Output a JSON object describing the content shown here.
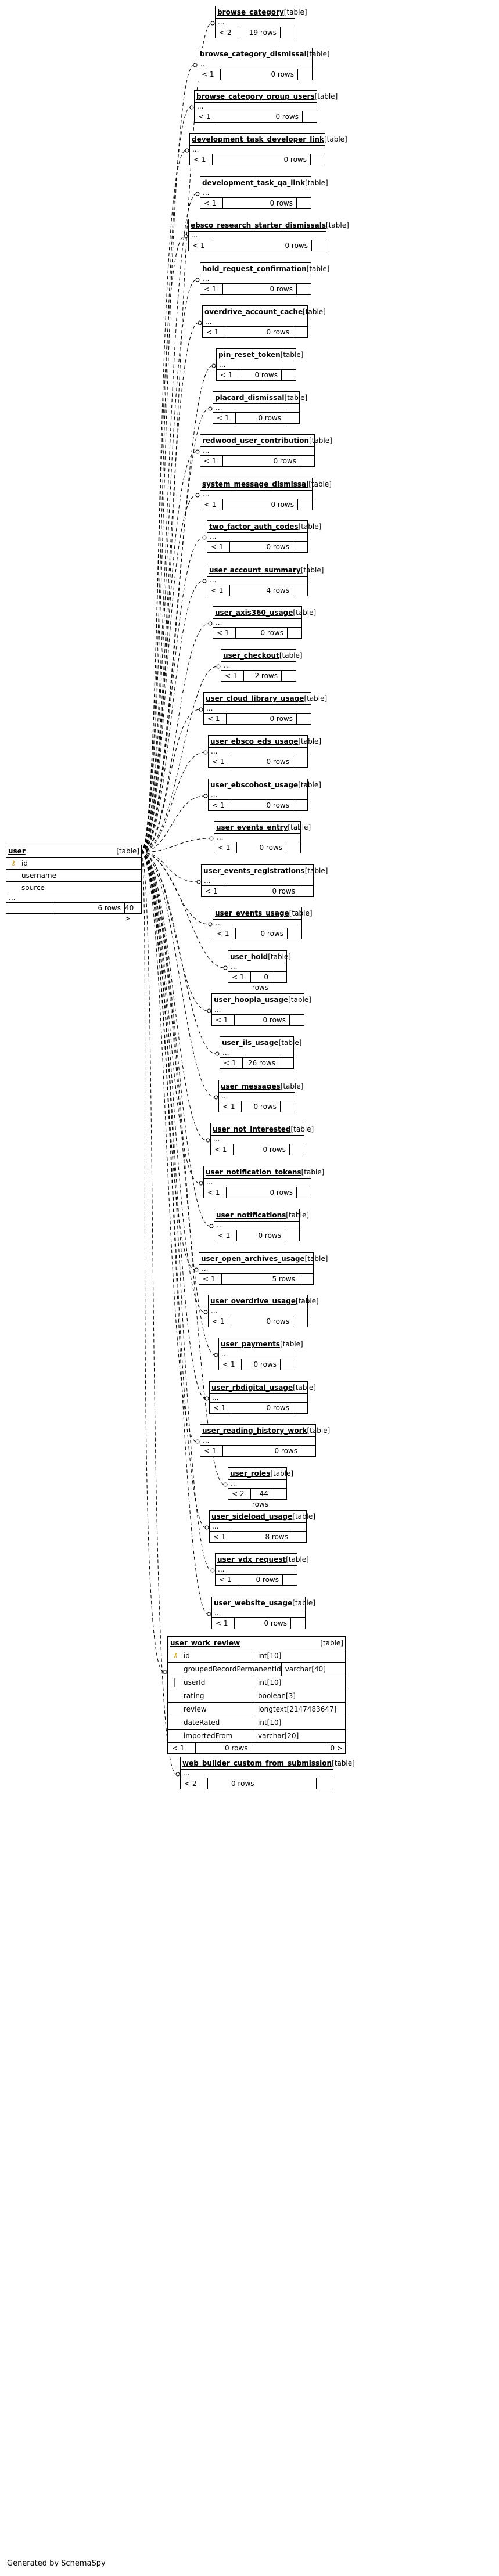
{
  "user": {
    "name": "user",
    "kind": "[table]",
    "columns": [
      {
        "name": "id",
        "key": "primary-key-icon"
      },
      {
        "name": "username",
        "key": ""
      },
      {
        "name": "source",
        "key": ""
      }
    ],
    "ellipsis": "...",
    "rows": "6 rows",
    "children": "40 >"
  },
  "tables": [
    {
      "name": "browse_category",
      "kind": "[table]",
      "parents": "< 2",
      "rows": "19 rows"
    },
    {
      "name": "browse_category_dismissal",
      "kind": "[table]",
      "parents": "< 1",
      "rows": "0 rows"
    },
    {
      "name": "browse_category_group_users",
      "kind": "[table]",
      "parents": "< 1",
      "rows": "0 rows"
    },
    {
      "name": "development_task_developer_link",
      "kind": "[table]",
      "parents": "< 1",
      "rows": "0 rows"
    },
    {
      "name": "development_task_qa_link",
      "kind": "[table]",
      "parents": "< 1",
      "rows": "0 rows"
    },
    {
      "name": "ebsco_research_starter_dismissals",
      "kind": "[table]",
      "parents": "< 1",
      "rows": "0 rows"
    },
    {
      "name": "hold_request_confirmation",
      "kind": "[table]",
      "parents": "< 1",
      "rows": "0 rows"
    },
    {
      "name": "overdrive_account_cache",
      "kind": "[table]",
      "parents": "< 1",
      "rows": "0 rows"
    },
    {
      "name": "pin_reset_token",
      "kind": "[table]",
      "parents": "< 1",
      "rows": "0 rows"
    },
    {
      "name": "placard_dismissal",
      "kind": "[table]",
      "parents": "< 1",
      "rows": "0 rows"
    },
    {
      "name": "redwood_user_contribution",
      "kind": "[table]",
      "parents": "< 1",
      "rows": "0 rows"
    },
    {
      "name": "system_message_dismissal",
      "kind": "[table]",
      "parents": "< 1",
      "rows": "0 rows"
    },
    {
      "name": "two_factor_auth_codes",
      "kind": "[table]",
      "parents": "< 1",
      "rows": "0 rows"
    },
    {
      "name": "user_account_summary",
      "kind": "[table]",
      "parents": "< 1",
      "rows": "4 rows"
    },
    {
      "name": "user_axis360_usage",
      "kind": "[table]",
      "parents": "< 1",
      "rows": "0 rows"
    },
    {
      "name": "user_checkout",
      "kind": "[table]",
      "parents": "< 1",
      "rows": "2 rows"
    },
    {
      "name": "user_cloud_library_usage",
      "kind": "[table]",
      "parents": "< 1",
      "rows": "0 rows"
    },
    {
      "name": "user_ebsco_eds_usage",
      "kind": "[table]",
      "parents": "< 1",
      "rows": "0 rows"
    },
    {
      "name": "user_ebscohost_usage",
      "kind": "[table]",
      "parents": "< 1",
      "rows": "0 rows"
    },
    {
      "name": "user_events_entry",
      "kind": "[table]",
      "parents": "< 1",
      "rows": "0 rows"
    },
    {
      "name": "user_events_registrations",
      "kind": "[table]",
      "parents": "< 1",
      "rows": "0 rows"
    },
    {
      "name": "user_events_usage",
      "kind": "[table]",
      "parents": "< 1",
      "rows": "0 rows"
    },
    {
      "name": "user_hold",
      "kind": "[table]",
      "parents": "< 1",
      "rows": "0 rows"
    },
    {
      "name": "user_hoopla_usage",
      "kind": "[table]",
      "parents": "< 1",
      "rows": "0 rows"
    },
    {
      "name": "user_ils_usage",
      "kind": "[table]",
      "parents": "< 1",
      "rows": "26 rows"
    },
    {
      "name": "user_messages",
      "kind": "[table]",
      "parents": "< 1",
      "rows": "0 rows"
    },
    {
      "name": "user_not_interested",
      "kind": "[table]",
      "parents": "< 1",
      "rows": "0 rows"
    },
    {
      "name": "user_notification_tokens",
      "kind": "[table]",
      "parents": "< 1",
      "rows": "0 rows"
    },
    {
      "name": "user_notifications",
      "kind": "[table]",
      "parents": "< 1",
      "rows": "0 rows"
    },
    {
      "name": "user_open_archives_usage",
      "kind": "[table]",
      "parents": "< 1",
      "rows": "5 rows"
    },
    {
      "name": "user_overdrive_usage",
      "kind": "[table]",
      "parents": "< 1",
      "rows": "0 rows"
    },
    {
      "name": "user_payments",
      "kind": "[table]",
      "parents": "< 1",
      "rows": "0 rows"
    },
    {
      "name": "user_rbdigital_usage",
      "kind": "[table]",
      "parents": "< 1",
      "rows": "0 rows"
    },
    {
      "name": "user_reading_history_work",
      "kind": "[table]",
      "parents": "< 1",
      "rows": "0 rows"
    },
    {
      "name": "user_roles",
      "kind": "[table]",
      "parents": "< 2",
      "rows": "44 rows"
    },
    {
      "name": "user_sideload_usage",
      "kind": "[table]",
      "parents": "< 1",
      "rows": "8 rows"
    },
    {
      "name": "user_vdx_request",
      "kind": "[table]",
      "parents": "< 1",
      "rows": "0 rows"
    },
    {
      "name": "user_website_usage",
      "kind": "[table]",
      "parents": "< 1",
      "rows": "0 rows"
    }
  ],
  "user_work_review": {
    "name": "user_work_review",
    "kind": "[table]",
    "columns": [
      {
        "name": "id",
        "type": "int[10]",
        "key": "primary-key-icon"
      },
      {
        "name": "groupedRecordPermanentId",
        "type": "varchar[40]",
        "key": ""
      },
      {
        "name": "userId",
        "type": "int[10]",
        "key": "foreign-key-icon"
      },
      {
        "name": "rating",
        "type": "boolean[3]",
        "key": ""
      },
      {
        "name": "review",
        "type": "longtext[2147483647]",
        "key": ""
      },
      {
        "name": "dateRated",
        "type": "int[10]",
        "key": ""
      },
      {
        "name": "importedFrom",
        "type": "varchar[20]",
        "key": ""
      }
    ],
    "parents": "< 1",
    "rows": "0 rows",
    "children": "0 >"
  },
  "web_builder": {
    "name": "web_builder_custom_from_submission",
    "kind": "[table]",
    "parents": "< 2",
    "rows": "0 rows"
  },
  "ellipsis": "...",
  "footer": "Generated by SchemaSpy"
}
